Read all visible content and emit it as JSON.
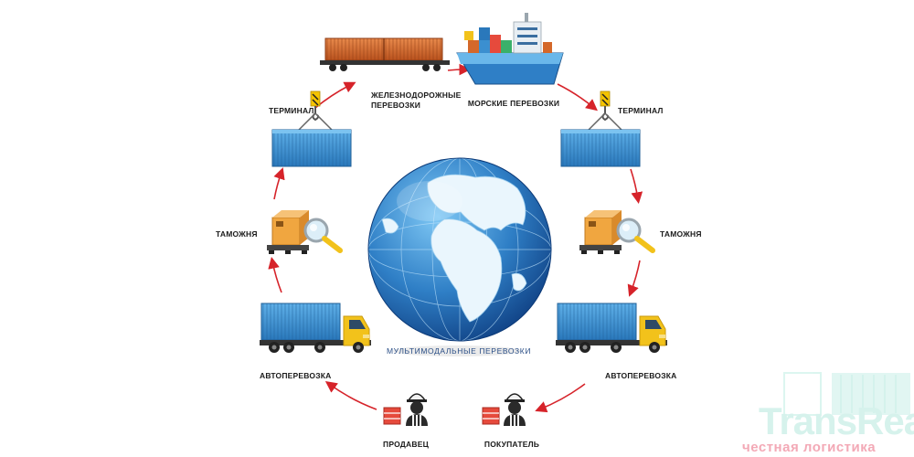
{
  "labels": {
    "rail": "ЖЕЛЕЗНОДОРОЖНЫЕ\nПЕРЕВОЗКИ",
    "sea": "МОРСКИЕ ПЕРЕВОЗКИ",
    "terminal_left": "ТЕРМИНАЛ",
    "terminal_right": "ТЕРМИНАЛ",
    "customs_left": "ТАМОЖНЯ",
    "customs_right": "ТАМОЖНЯ",
    "auto_left": "АВТОПЕРЕВОЗКА",
    "auto_right": "АВТОПЕРЕВОЗКА",
    "seller": "ПРОДАВЕЦ",
    "buyer": "ПОКУПАТЕЛЬ",
    "center": "МУЛЬТИМОДАЛЬНЫЕ ПЕРЕВОЗКИ"
  },
  "brand": {
    "name": "TransReal",
    "tagline": "честная логистика"
  },
  "colors": {
    "arrow": "#d6232a",
    "container_blue": "#3b8fd0",
    "container_orange": "#d4682a",
    "truck_cab": "#f2c21b",
    "crane_yellow": "#f5c400",
    "box": "#f0a640"
  },
  "icons": [
    "freight-train-icon",
    "cargo-ship-icon",
    "crane-hook-icon",
    "shipping-container-icon",
    "parcel-magnifier-icon",
    "truck-icon",
    "worker-icon",
    "globe-icon"
  ]
}
